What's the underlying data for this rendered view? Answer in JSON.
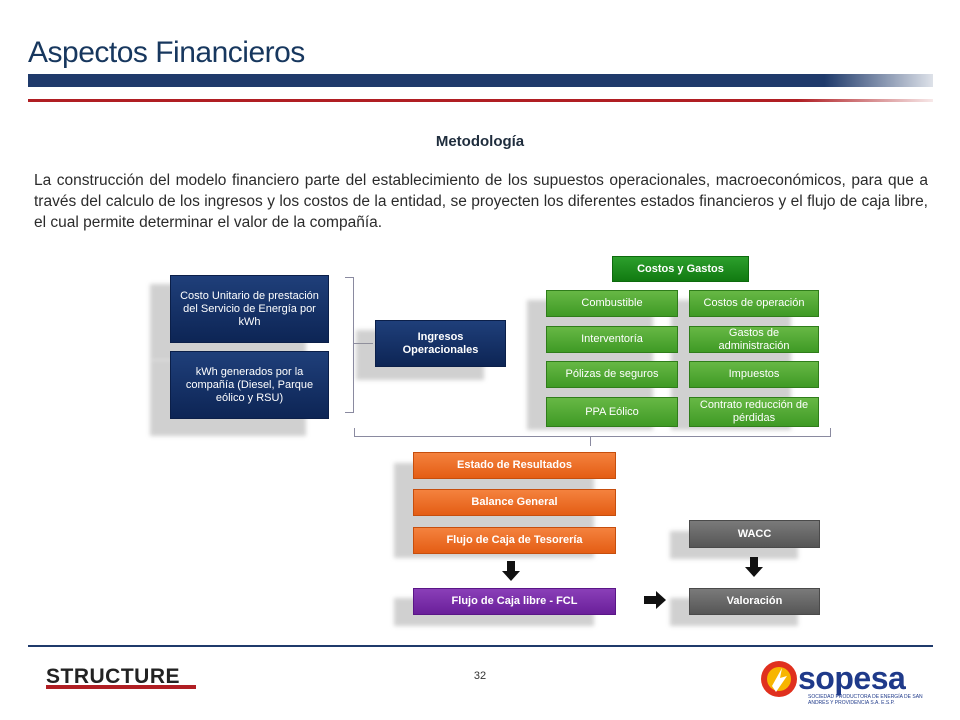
{
  "header": {
    "title": "Aspectos Financieros"
  },
  "content": {
    "subtitle": "Metodología",
    "paragraph": "La construcción del modelo financiero parte del establecimiento de los supuestos operacionales, macroeconómicos, para que a través del calculo de los ingresos y los costos de la entidad, se proyecten los diferentes estados financieros y el flujo de caja libre, el cual permite determinar el valor de la compañía."
  },
  "diagram": {
    "inputs": {
      "costo_unitario": "Costo Unitario de prestación del Servicio de Energía por kWh",
      "kwh_generados": "kWh generados por la compañía (Diesel, Parque eólico y RSU)"
    },
    "ingresos": "Ingresos Operacionales",
    "costos_header": "Costos y Gastos",
    "costos_left": [
      "Combustible",
      "Interventoría",
      "Pólizas de seguros",
      "PPA Eólico"
    ],
    "costos_right": [
      "Costos de operación",
      "Gastos de administración",
      "Impuestos",
      "Contrato reducción de pérdidas"
    ],
    "estados": [
      "Estado de Resultados",
      "Balance General",
      "Flujo de Caja de Tesorería"
    ],
    "fcl": "Flujo de Caja libre - FCL",
    "wacc": "WACC",
    "valoracion": "Valoración"
  },
  "footer": {
    "page_number": "32",
    "left_logo": "STRUCTURE",
    "right_logo": "sopesa",
    "right_logo_sub": "SOCIEDAD PRODUCTORA DE ENERGÍA DE SAN ANDRÉS Y PROVIDENCIA S.A. E.S.P."
  },
  "colors": {
    "navy": "#0d2555",
    "green": "#3f9a25",
    "orange": "#e45d14",
    "purple": "#6a1f9a",
    "gray": "#565656",
    "accent_red": "#b01e23"
  }
}
